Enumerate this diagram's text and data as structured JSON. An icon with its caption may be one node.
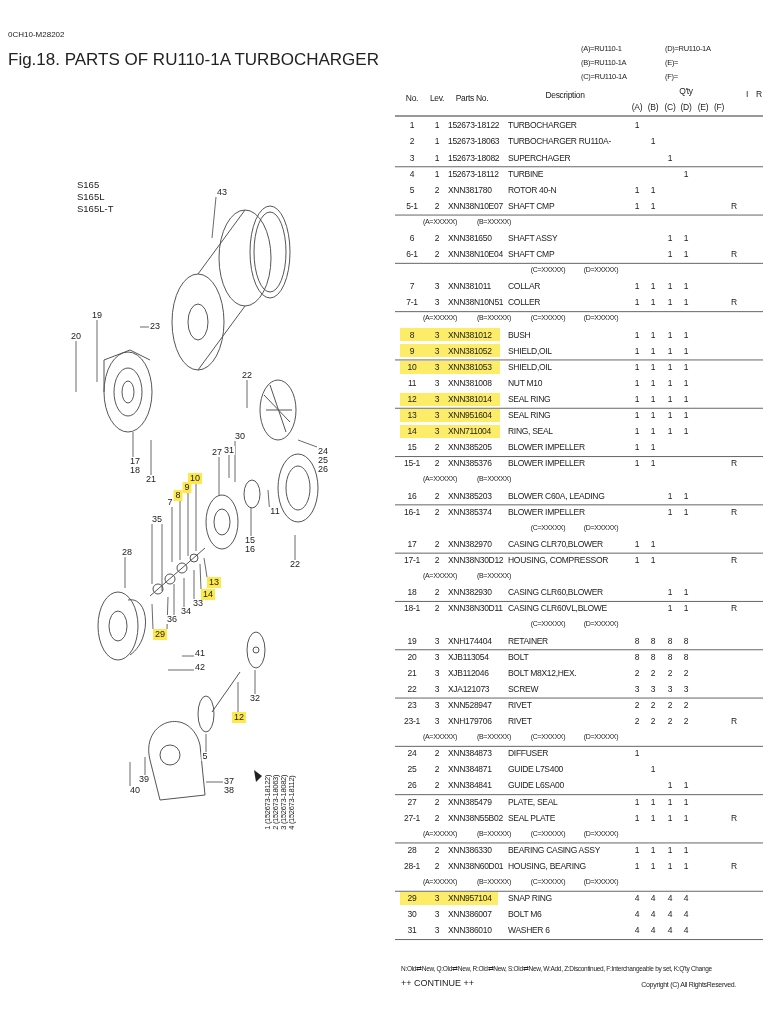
{
  "diagram": {
    "title": "Fig.18. PARTS OF RU110-1A TURBOCHARGER",
    "nodes": [
      {
        "text": [
          "43"
        ]
      },
      {
        "text": [
          "19"
        ]
      },
      {
        "text": [
          "23"
        ]
      },
      {
        "text": [
          "20"
        ]
      },
      {
        "text": [
          "17",
          "18"
        ]
      },
      {
        "text": [
          "21"
        ]
      },
      {
        "text": [
          "22"
        ]
      },
      {
        "text": [
          "24",
          "25",
          "26"
        ]
      },
      {
        "text": [
          "27"
        ]
      },
      {
        "text": [
          "31"
        ]
      },
      {
        "text": [
          "30"
        ]
      },
      {
        "text": [
          "11"
        ]
      },
      {
        "text": [
          "15",
          "16"
        ]
      },
      {
        "text": [
          "22"
        ]
      },
      {
        "text": [
          "7"
        ]
      },
      {
        "text": [
          "8"
        ]
      },
      {
        "text": [
          "9"
        ]
      },
      {
        "text": [
          "10"
        ]
      },
      {
        "text": [
          "35"
        ]
      },
      {
        "text": [
          "28"
        ]
      },
      {
        "text": [
          "36"
        ]
      },
      {
        "text": [
          "34"
        ]
      },
      {
        "text": [
          "33"
        ]
      },
      {
        "text": [
          "14"
        ]
      },
      {
        "text": [
          "13"
        ]
      },
      {
        "text": [
          "29"
        ]
      },
      {
        "text": [
          "41"
        ]
      },
      {
        "text": [
          "42"
        ]
      },
      {
        "text": [
          "32"
        ]
      },
      {
        "text": [
          "12"
        ]
      },
      {
        "text": [
          "5"
        ]
      },
      {
        "text": [
          "39"
        ]
      },
      {
        "text": [
          "40"
        ]
      },
      {
        "text": [
          "37",
          "38"
        ]
      }
    ],
    "edges": [
      {
        "from": 0,
        "to": null,
        "arrow": "none"
      },
      {
        "from": 1,
        "to": null,
        "arrow": "none"
      },
      {
        "from": 2,
        "to": null,
        "arrow": "none"
      },
      {
        "from": 3,
        "to": null,
        "arrow": "none"
      },
      {
        "from": 4,
        "to": null,
        "arrow": "none"
      },
      {
        "from": 5,
        "to": null,
        "arrow": "none"
      },
      {
        "from": 6,
        "to": null,
        "arrow": "none"
      },
      {
        "from": 7,
        "to": null,
        "arrow": "none"
      },
      {
        "from": 8,
        "to": null,
        "arrow": "none"
      },
      {
        "from": 9,
        "to": null,
        "arrow": "none"
      },
      {
        "from": 10,
        "to": null,
        "arrow": "none"
      },
      {
        "from": 11,
        "to": null,
        "arrow": "none"
      },
      {
        "from": 12,
        "to": null,
        "arrow": "none"
      },
      {
        "from": 13,
        "to": null,
        "arrow": "none"
      },
      {
        "from": 14,
        "to": null,
        "arrow": "none"
      },
      {
        "from": 15,
        "to": null,
        "arrow": "none"
      },
      {
        "from": 16,
        "to": null,
        "arrow": "none"
      },
      {
        "from": 17,
        "to": null,
        "arrow": "none"
      },
      {
        "from": 18,
        "to": null,
        "arrow": "none"
      },
      {
        "from": 18,
        "to": null,
        "arrow": "none"
      },
      {
        "from": 19,
        "to": null,
        "arrow": "none"
      },
      {
        "from": 20,
        "to": null,
        "arrow": "none"
      },
      {
        "from": 21,
        "to": null,
        "arrow": "none"
      },
      {
        "from": 22,
        "to": null,
        "arrow": "none"
      },
      {
        "from": 23,
        "to": null,
        "arrow": "none"
      },
      {
        "from": 24,
        "to": null,
        "arrow": "none"
      },
      {
        "from": 25,
        "to": null,
        "arrow": "none"
      },
      {
        "from": 25,
        "to": null,
        "arrow": "none"
      },
      {
        "from": 26,
        "to": null,
        "arrow": "none"
      },
      {
        "from": 27,
        "to": null,
        "arrow": "none"
      },
      {
        "from": 28,
        "to": null,
        "arrow": "none"
      },
      {
        "from": 29,
        "to": null,
        "arrow": "none"
      },
      {
        "from": 30,
        "to": null,
        "arrow": "none"
      },
      {
        "from": 31,
        "to": null,
        "arrow": "none"
      },
      {
        "from": 32,
        "to": null,
        "arrow": "none"
      },
      {
        "from": 33,
        "to": null,
        "arrow": "none"
      }
    ],
    "labels": [
      "0CH10-M28202",
      "(A)=RU110-1",
      "(D)=RU110-1A",
      "(B)=RU110-1A",
      "(E)=",
      "(C)=RU110-1A",
      "(F)=",
      "S165",
      "S165L",
      "S165L-T",
      "No.",
      "Lev.",
      "Parts No.",
      "Description",
      "Q'ty",
      "I",
      "R",
      "(A)",
      "(B)",
      "(C)",
      "(D)",
      "(E)",
      "(F)",
      "1",
      "1",
      "152673-18122",
      "TURBOCHARGER",
      "1",
      "2",
      "1",
      "152673-18063",
      "TURBOCHARGER RU110A-",
      "1",
      "3",
      "1",
      "152673-18082",
      "SUPERCHAGER",
      "1",
      "4",
      "1",
      "152673-18112",
      "TURBINE",
      "1",
      "5",
      "2",
      "XNN381780",
      "ROTOR 40-N",
      "1",
      "1",
      "5-1",
      "2",
      "XNN38N10E07",
      "SHAFT CMP",
      "1",
      "1",
      "R",
      "(A=XXXXX)",
      "(B=XXXXX)",
      "6",
      "2",
      "XNN381650",
      "SHAFT ASSY",
      "1",
      "1",
      "6-1",
      "2",
      "XNN38N10E04",
      "SHAFT CMP",
      "1",
      "1",
      "R",
      "(C=XXXXX)",
      "(D=XXXXX)",
      "7",
      "3",
      "XNN381011",
      "COLLAR",
      "1",
      "1",
      "1",
      "1",
      "7-1",
      "3",
      "XNN38N10N51",
      "COLLER",
      "1",
      "1",
      "1",
      "1",
      "R",
      "(A=XXXXX)",
      "(B=XXXXX)",
      "(C=XXXXX)",
      "(D=XXXXX)",
      "8",
      "3",
      "XNN381012",
      "BUSH",
      "1",
      "1",
      "1",
      "1",
      "9",
      "3",
      "XNN381052",
      "SHIELD,OIL",
      "1",
      "1",
      "1",
      "1",
      "10",
      "3",
      "XNN381053",
      "SHIELD,OIL",
      "1",
      "1",
      "1",
      "1",
      "11",
      "3",
      "XNN381008",
      "NUT M10",
      "1",
      "1",
      "1",
      "1",
      "12",
      "3",
      "XNN381014",
      "SEAL RING",
      "1",
      "1",
      "1",
      "1",
      "13",
      "3",
      "XNN951604",
      "SEAL RING",
      "1",
      "1",
      "1",
      "1",
      "14",
      "3",
      "XNN711004",
      "RING, SEAL",
      "1",
      "1",
      "1",
      "1",
      "15",
      "2",
      "XNN385205",
      "BLOWER IMPELLER",
      "1",
      "1",
      "15-1",
      "2",
      "XNN385376",
      "BLOWER IMPELLER",
      "1",
      "1",
      "R",
      "(A=XXXXX)",
      "(B=XXXXX)",
      "16",
      "2",
      "XNN385203",
      "BLOWER C60A, LEADING",
      "1",
      "1",
      "16-1",
      "2",
      "XNN385374",
      "BLOWER IMPELLER",
      "1",
      "1",
      "R",
      "(C=XXXXX)",
      "(D=XXXXX)",
      "17",
      "2",
      "XNN382970",
      "CASING CLR70,BLOWER",
      "1",
      "1",
      "17-1",
      "2",
      "XNN38N30D12",
      "HOUSING, COMPRESSOR",
      "1",
      "1",
      "R",
      "(A=XXXXX)",
      "(B=XXXXX)",
      "18",
      "2",
      "XNN382930",
      "CASING CLR60,BLOWER",
      "1",
      "1",
      "18-1",
      "2",
      "XNN38N30D11",
      "CASING CLR60VL,BLOWE",
      "1",
      "1",
      "R",
      "(C=XXXXX)",
      "(D=XXXXX)",
      "19",
      "3",
      "XNH174404",
      "RETAINER",
      "8",
      "8",
      "8",
      "8",
      "20",
      "3",
      "XJB113054",
      "BOLT",
      "8",
      "8",
      "8",
      "8",
      "21",
      "3",
      "XJB112046",
      "BOLT M8X12,HEX.",
      "2",
      "2",
      "2",
      "2",
      "22",
      "3",
      "XJA121073",
      "SCREW",
      "3",
      "3",
      "3",
      "3",
      "23",
      "3",
      "XNN528947",
      "RIVET",
      "2",
      "2",
      "2",
      "2",
      "23-1",
      "3",
      "XNH179706",
      "RIVET",
      "2",
      "2",
      "2",
      "2",
      "R",
      "(A=XXXXX)",
      "(B=XXXXX)",
      "(C=XXXXX)",
      "(D=XXXXX)",
      "24",
      "2",
      "XNN384873",
      "DIFFUSER",
      "1",
      "25",
      "2",
      "XNN384871",
      "GUIDE L7S400",
      "1",
      "26",
      "2",
      "XNN384841",
      "GUIDE L6SA00",
      "1",
      "1",
      "27",
      "2",
      "XNN385479",
      "PLATE, SEAL",
      "1",
      "1",
      "1",
      "1",
      "27-1",
      "2",
      "XNN38N55B02",
      "SEAL PLATE",
      "1",
      "1",
      "1",
      "1",
      "R",
      "(A=XXXXX)",
      "(B=XXXXX)",
      "(C=XXXXX)",
      "(D=XXXXX)",
      "28",
      "2",
      "XNN386330",
      "BEARING CASING ASSY",
      "1",
      "1",
      "1",
      "1",
      "28-1",
      "2",
      "XNN38N60D01",
      "HOUSING, BEARING",
      "1",
      "1",
      "1",
      "1",
      "R",
      "(A=XXXXX)",
      "(B=XXXXX)",
      "(C=XXXXX)",
      "(D=XXXXX)",
      "29",
      "3",
      "XNN957104",
      "SNAP RING",
      "4",
      "4",
      "4",
      "4",
      "30",
      "3",
      "XNN386007",
      "BOLT M6",
      "4",
      "4",
      "4",
      "4",
      "31",
      "3",
      "XNN386010",
      "WASHER 6",
      "4",
      "4",
      "4",
      "4",
      "N:Old⇄New, Q:Old⇄New, R:Old⇄New, S:Old⇄New, W:Add, Z:Discontinued, F:Interchangeable by set, K:Q'ty Change",
      "++ CONTINUE ++",
      "Copyright (C) All RightsReserved.",
      "1 (152673-18122)",
      "2 (152673-18063)",
      "3 (152673-18082)",
      "4 (152673-18112)"
    ]
  }
}
